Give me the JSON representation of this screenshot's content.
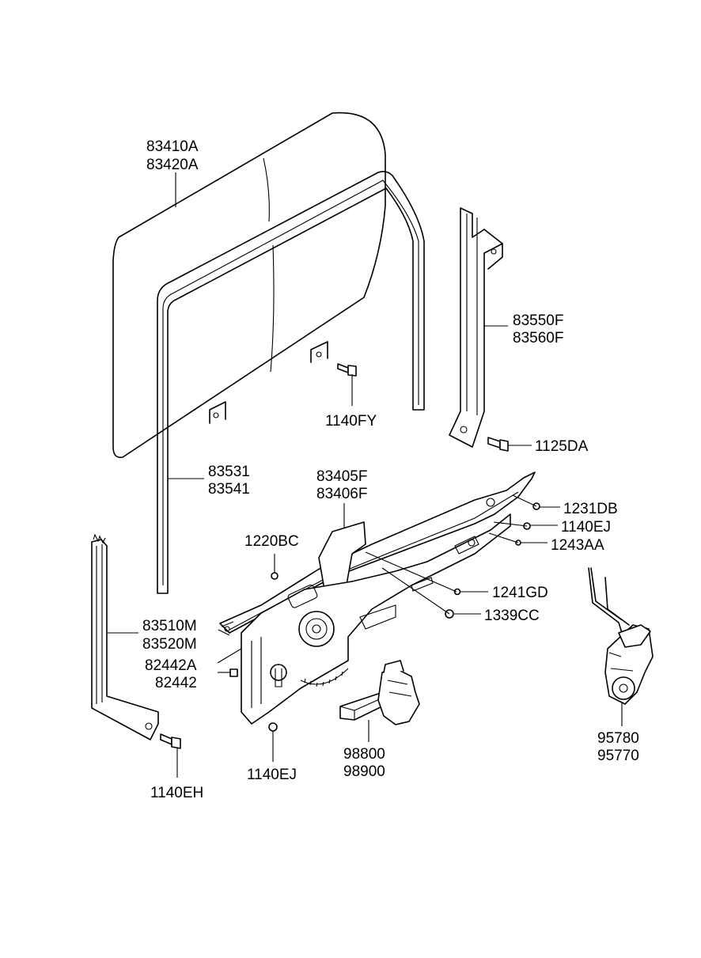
{
  "labels": {
    "glass_1": "83410A",
    "glass_2": "83420A",
    "channel_rear_1": "83550F",
    "channel_rear_2": "83560F",
    "bolt_1140fy": "1140FY",
    "bolt_1125da": "1125DA",
    "run_1": "83531",
    "run_2": "83541",
    "reg_1": "83405F",
    "reg_2": "83406F",
    "bolt_1231db": "1231DB",
    "bolt_1140ej_right": "1140EJ",
    "bolt_1243aa": "1243AA",
    "bolt_1220bc": "1220BC",
    "bolt_1241gd": "1241GD",
    "bolt_1339cc": "1339CC",
    "channel_front_1": "83510M",
    "channel_front_2": "83520M",
    "clip_1": "82442A",
    "clip_2": "82442",
    "motor_1": "98800",
    "motor_2": "98900",
    "latch_1": "95780",
    "latch_2": "95770",
    "bolt_1140ej_bottom": "1140EJ",
    "bolt_1140eh": "1140EH"
  }
}
